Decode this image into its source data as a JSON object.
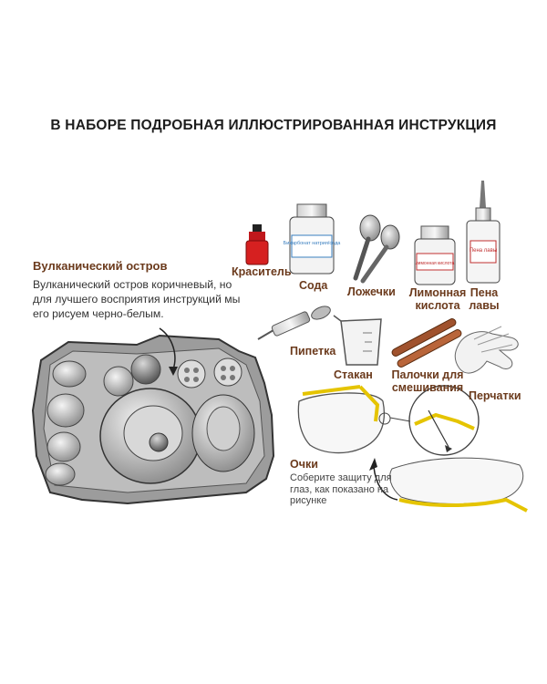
{
  "header": {
    "title": "В НАБОРЕ ПОДРОБНАЯ ИЛЛЮСТРИРОВАННАЯ ИНСТРУКЦИЯ"
  },
  "island": {
    "title": "Вулканический остров",
    "description": "Вулканический остров коричневый, но для лучшего восприятия инструкций мы его рисуем черно-белым."
  },
  "items": {
    "dye": "Краситель",
    "soda": "Сода",
    "soda_jar_label": "Бикарбонат натрия/сода",
    "spoons": "Ложечки",
    "citric": "Лимонная кислота",
    "citric_jar_label": "лимонная кислота",
    "lava": "Пена лавы",
    "lava_bottle_label": "Пена лавы",
    "pipette": "Пипетка",
    "cup": "Стакан",
    "sticks": "Палочки для смешивания",
    "gloves": "Перчатки"
  },
  "goggles": {
    "title": "Очки",
    "description": "Соберите защиту для глаз, как показано на рисунке"
  },
  "colors": {
    "label_brown": "#6b3a1c",
    "dye_red": "#d62020",
    "goggle_yellow": "#f2de3a",
    "stick_brown": "#a0522d"
  }
}
